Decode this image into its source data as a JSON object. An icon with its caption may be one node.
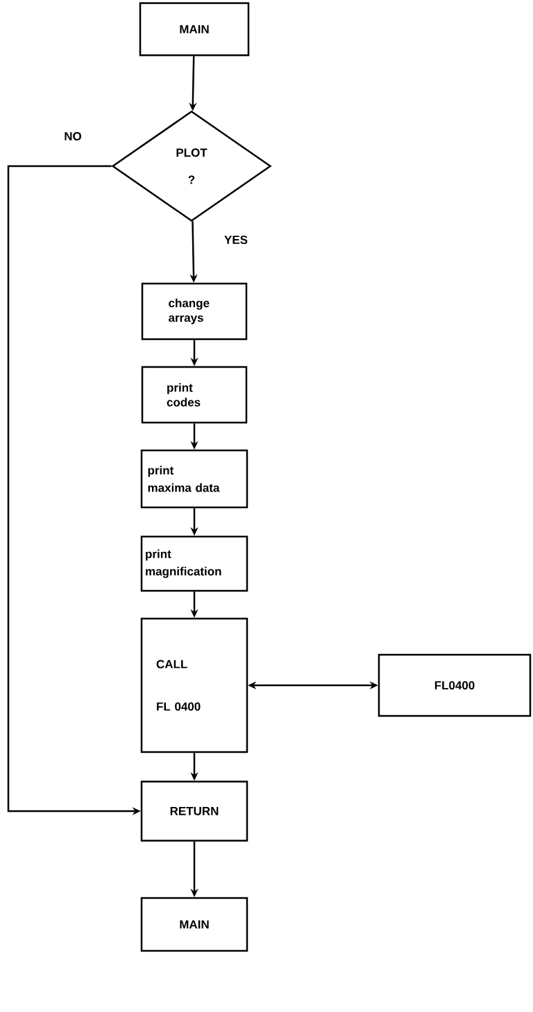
{
  "diagram": {
    "nodes": [
      {
        "text": [
          "MAIN"
        ]
      },
      {
        "text": [
          "PLOT",
          "?"
        ]
      },
      {
        "text": [
          "change arrays"
        ]
      },
      {
        "text": [
          "print codes"
        ]
      },
      {
        "text": [
          "print",
          "maxima data"
        ]
      },
      {
        "text": [
          "print",
          "magnification"
        ]
      },
      {
        "text": [
          "CALL",
          "FL 0400"
        ]
      },
      {
        "text": [
          "FL0400"
        ]
      },
      {
        "text": [
          "RETURN"
        ]
      },
      {
        "text": [
          "MAIN"
        ]
      }
    ],
    "edges": [
      {
        "from": 0,
        "to": 1,
        "arrow": "to"
      },
      {
        "from": 1,
        "to": 2,
        "arrow": "to",
        "label": "YES"
      },
      {
        "from": 2,
        "to": 3,
        "arrow": "to"
      },
      {
        "from": 3,
        "to": 4,
        "arrow": "to"
      },
      {
        "from": 4,
        "to": 5,
        "arrow": "to"
      },
      {
        "from": 5,
        "to": 6,
        "arrow": "to"
      },
      {
        "from": 6,
        "to": 7,
        "arrow": "both"
      },
      {
        "from": 6,
        "to": 8,
        "arrow": "to"
      },
      {
        "from": 1,
        "to": 8,
        "arrow": "to",
        "label": "NO"
      },
      {
        "from": 8,
        "to": 9,
        "arrow": "to"
      }
    ]
  }
}
